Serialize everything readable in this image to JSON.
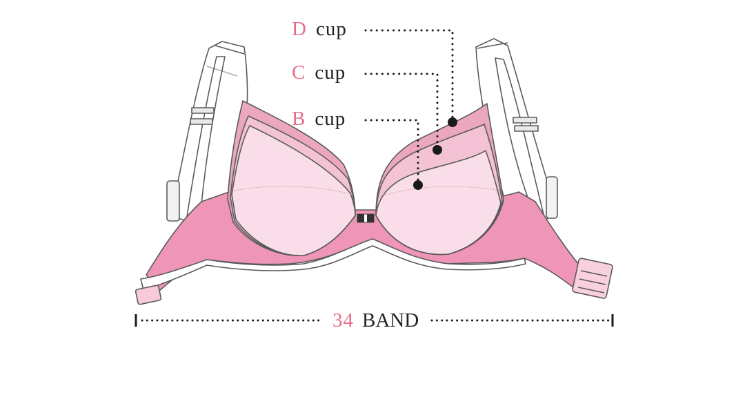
{
  "labels": {
    "d": {
      "letter": "D",
      "word": "cup"
    },
    "c": {
      "letter": "C",
      "word": "cup"
    },
    "b": {
      "letter": "B",
      "word": "cup"
    }
  },
  "band": {
    "size": "34",
    "word": "BAND"
  },
  "colors": {
    "accent": "#e56d88",
    "text": "#222222",
    "cup_fill": "#f9dde8",
    "cup_layer_c": "#f3c2d4",
    "cup_layer_d": "#eba6c0",
    "band_fill": "#ef95b8",
    "strap_fill": "#ffffff",
    "outline": "#5a5a5a"
  }
}
